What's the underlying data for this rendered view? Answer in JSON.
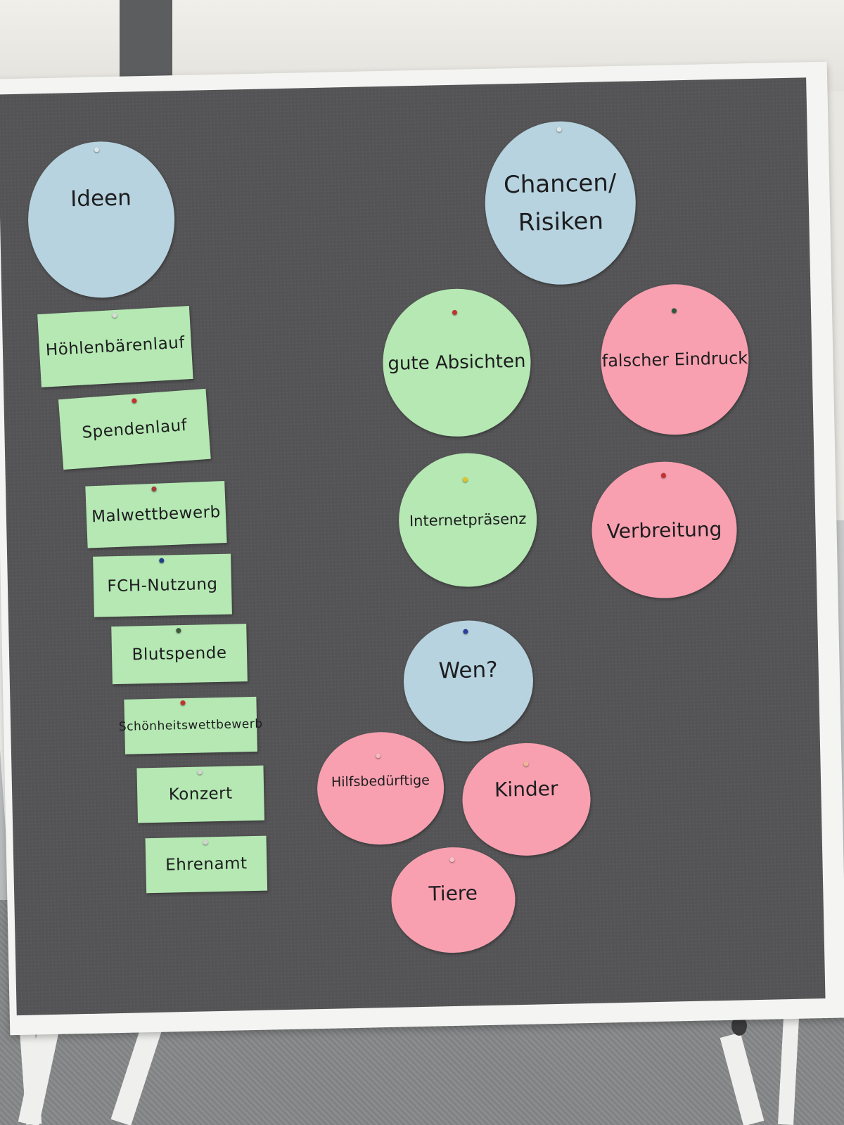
{
  "colors": {
    "board": "#545456",
    "frame": "#f4f4f2",
    "card_green": "#b5e8b3",
    "disc_blue": "#b7d3df",
    "disc_pink": "#f8a0b0",
    "ink": "#1d1d1f"
  },
  "headers": {
    "ideas": "Ideen",
    "chances_line1": "Chancen/",
    "chances_line2": "Risiken",
    "target": "Wen?"
  },
  "ideas": [
    "Höhlenbärenlauf",
    "Spendenlauf",
    "Malwettbewerb",
    "FCH-Nutzung",
    "Blutspende",
    "Schönheitswettbewerb",
    "Konzert",
    "Ehrenamt"
  ],
  "chances": [
    "gute Absichten",
    "Internetpräsenz"
  ],
  "risks": [
    "falscher Eindruck",
    "Verbreitung"
  ],
  "targets": [
    "Hilfsbedürftige",
    "Kinder",
    "Tiere"
  ]
}
